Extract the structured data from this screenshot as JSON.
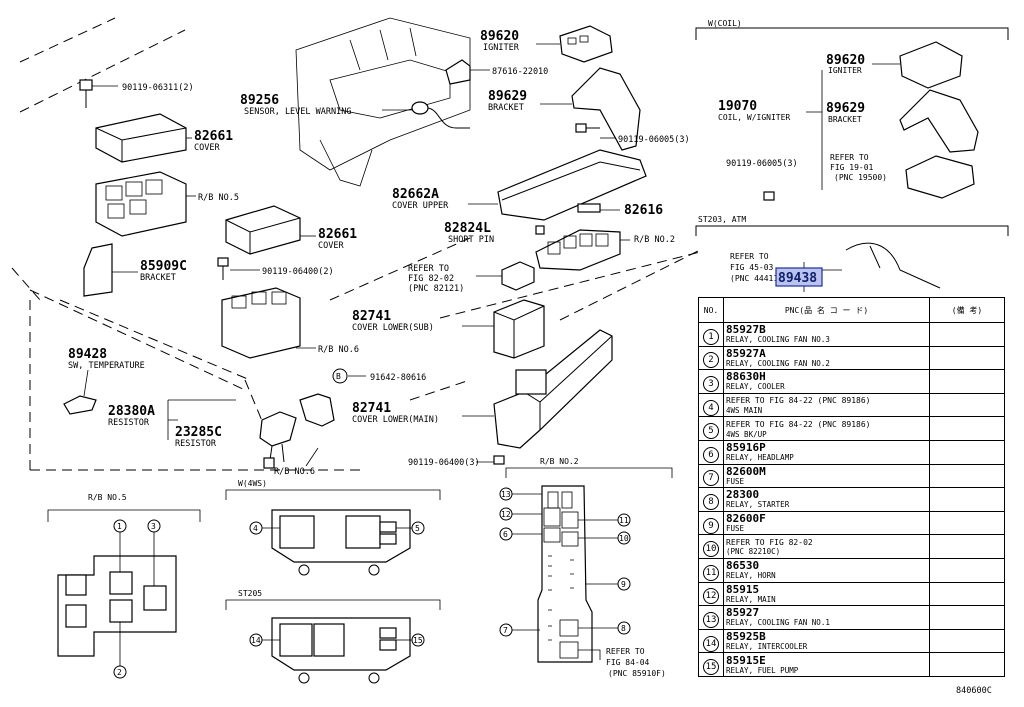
{
  "parts": {
    "p90119_06311": "90119-06311(2)",
    "p89620": "89620",
    "igniter": "IGNITER",
    "p87616": "87616-22010",
    "p89256": "89256",
    "sensor_level": "SENSOR, LEVEL WARNING",
    "p82661a": "82661",
    "cover_a": "COVER",
    "p89629": "89629",
    "bracket_a": "BRACKET",
    "p90119_06005a": "90119-06005(3)",
    "rb5_top": "R/B NO.5",
    "p82662a": "82662A",
    "cover_upper": "COVER UPPER",
    "p82616": "82616",
    "p82824l": "82824L",
    "short_pin": "SHORT PIN",
    "rb2_top": "R/B NO.2",
    "p82661b": "82661",
    "cover_b": "COVER",
    "p85909c": "85909C",
    "bracket_b": "BRACKET",
    "p90119_06400a": "90119-06400(2)",
    "refer_82_02_a": "REFER TO",
    "refer_82_02_b": "FIG 82-02",
    "refer_82_02_c": "(PNC 82121)",
    "p82741a": "82741",
    "cover_lower_sub": "COVER LOWER(SUB)",
    "rb6_a": "R/B NO.6",
    "p89428": "89428",
    "sw_temp": "SW, TEMPERATURE",
    "b_marker": "B",
    "p91642": "91642-80616",
    "p28380a": "28380A",
    "resistor_a": "RESISTOR",
    "p23285c": "23285C",
    "resistor_b": "RESISTOR",
    "p82741b": "82741",
    "cover_lower_main": "COVER LOWER(MAIN)",
    "p90119_06400b": "90119-06400(3)",
    "rb6_b": "R/B NO.6"
  },
  "coil_box": {
    "title": "W(COIL)",
    "p89620": "89620",
    "igniter": "IGNITER",
    "p19070": "19070",
    "coil": "COIL, W/IGNITER",
    "p89629": "89629",
    "bracket": "BRACKET",
    "p90119": "90119-06005(3)",
    "refer1": "REFER TO",
    "refer2": "FIG 19-01",
    "refer3": "(PNC 19500)"
  },
  "st203_box": {
    "title": "ST203, ATM",
    "refer1": "REFER TO",
    "refer2": "FIG 45-03",
    "refer3": "(PNC 44411)",
    "highlight": "89438"
  },
  "bottom": {
    "rb5": "R/B NO.5",
    "w4ws": "W(4WS)",
    "st205": "ST205",
    "rb2": "R/B NO.2",
    "refer1": "REFER TO",
    "refer2": "FIG 84-04",
    "refer3": "(PNC 85910F)",
    "fig_code": "840600C"
  },
  "callouts": [
    "1",
    "2",
    "3",
    "4",
    "5",
    "6",
    "7",
    "8",
    "9",
    "10",
    "11",
    "12",
    "13",
    "14",
    "15"
  ],
  "legend": {
    "h_no": "NO.",
    "h_pnc": "PNC(品 名 コ ー ド)",
    "h_remarks": "(備 考)",
    "rows": [
      {
        "no": "1",
        "pnc": "85927B",
        "desc": "RELAY, COOLING FAN NO.3",
        "extra": ""
      },
      {
        "no": "2",
        "pnc": "85927A",
        "desc": "RELAY, COOLING FAN NO.2",
        "extra": ""
      },
      {
        "no": "3",
        "pnc": "88630H",
        "desc": "RELAY, COOLER",
        "extra": ""
      },
      {
        "no": "4",
        "pnc": "REFER TO FIG 84-22 (PNC 89186)",
        "desc": "4WS MAIN",
        "extra": ""
      },
      {
        "no": "5",
        "pnc": "REFER TO FIG 84-22 (PNC 89186)",
        "desc": "4WS BK/UP",
        "extra": ""
      },
      {
        "no": "6",
        "pnc": "85916P",
        "desc": "RELAY, HEADLAMP",
        "extra": ""
      },
      {
        "no": "7",
        "pnc": "82600M",
        "desc": "FUSE",
        "extra": ""
      },
      {
        "no": "8",
        "pnc": "28300",
        "desc": "RELAY, STARTER",
        "extra": ""
      },
      {
        "no": "9",
        "pnc": "82600F",
        "desc": "FUSE",
        "extra": ""
      },
      {
        "no": "10",
        "pnc": "REFER TO FIG 82-02",
        "desc": "",
        "extra": "(PNC 82210C)"
      },
      {
        "no": "11",
        "pnc": "86530",
        "desc": "RELAY, HORN",
        "extra": ""
      },
      {
        "no": "12",
        "pnc": "85915",
        "desc": "RELAY, MAIN",
        "extra": ""
      },
      {
        "no": "13",
        "pnc": "85927",
        "desc": "RELAY, COOLING FAN NO.1",
        "extra": ""
      },
      {
        "no": "14",
        "pnc": "85925B",
        "desc": "RELAY, INTERCOOLER",
        "extra": ""
      },
      {
        "no": "15",
        "pnc": "85915E",
        "desc": "RELAY, FUEL PUMP",
        "extra": ""
      }
    ]
  }
}
